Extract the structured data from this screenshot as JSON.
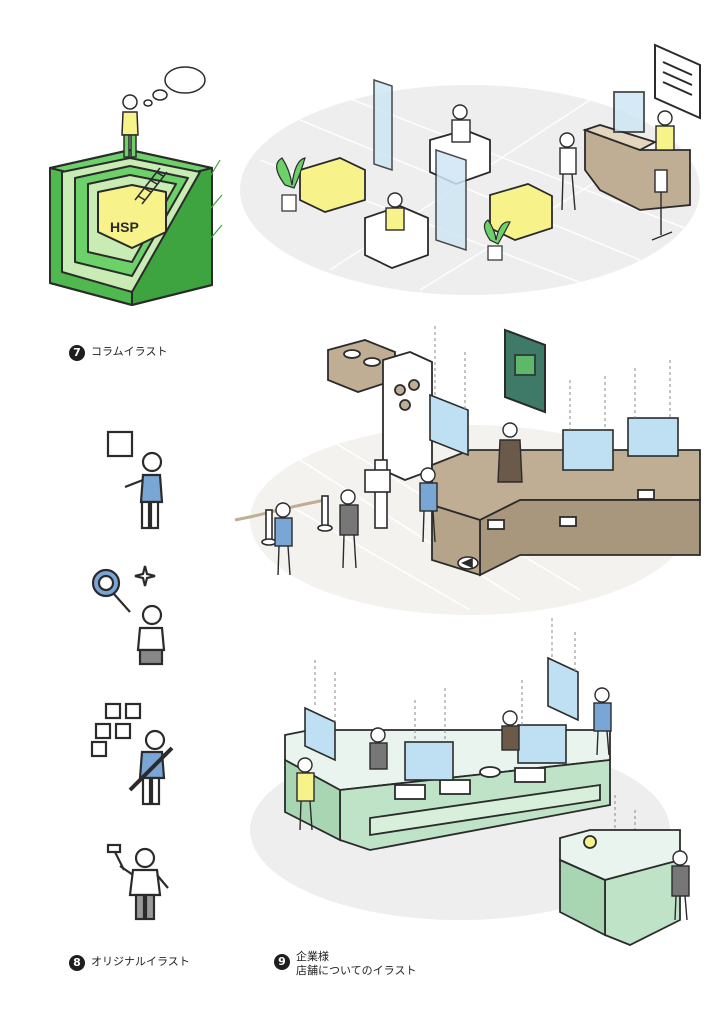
{
  "captions": {
    "c7": {
      "number": "7",
      "text": "コラムイラスト"
    },
    "c8": {
      "number": "8",
      "text": "オリジナルイラスト"
    },
    "c9": {
      "number": "9",
      "line1": "企業様",
      "line2": "店舗についてのイラスト"
    }
  },
  "column_illustration": {
    "badge_text": "HSP"
  },
  "colors": {
    "green": "#6dd16a",
    "light_green": "#c9ecb5",
    "yellow": "#f7f28a",
    "mint_counter": "#bfe3c6",
    "brown_counter": "#bfae94",
    "blue_figure": "#7aa6d6",
    "outline": "#2b2b2b",
    "floor": "#eeeeee",
    "glass": "#cfe6f5",
    "screen": "#bfe0f3"
  }
}
